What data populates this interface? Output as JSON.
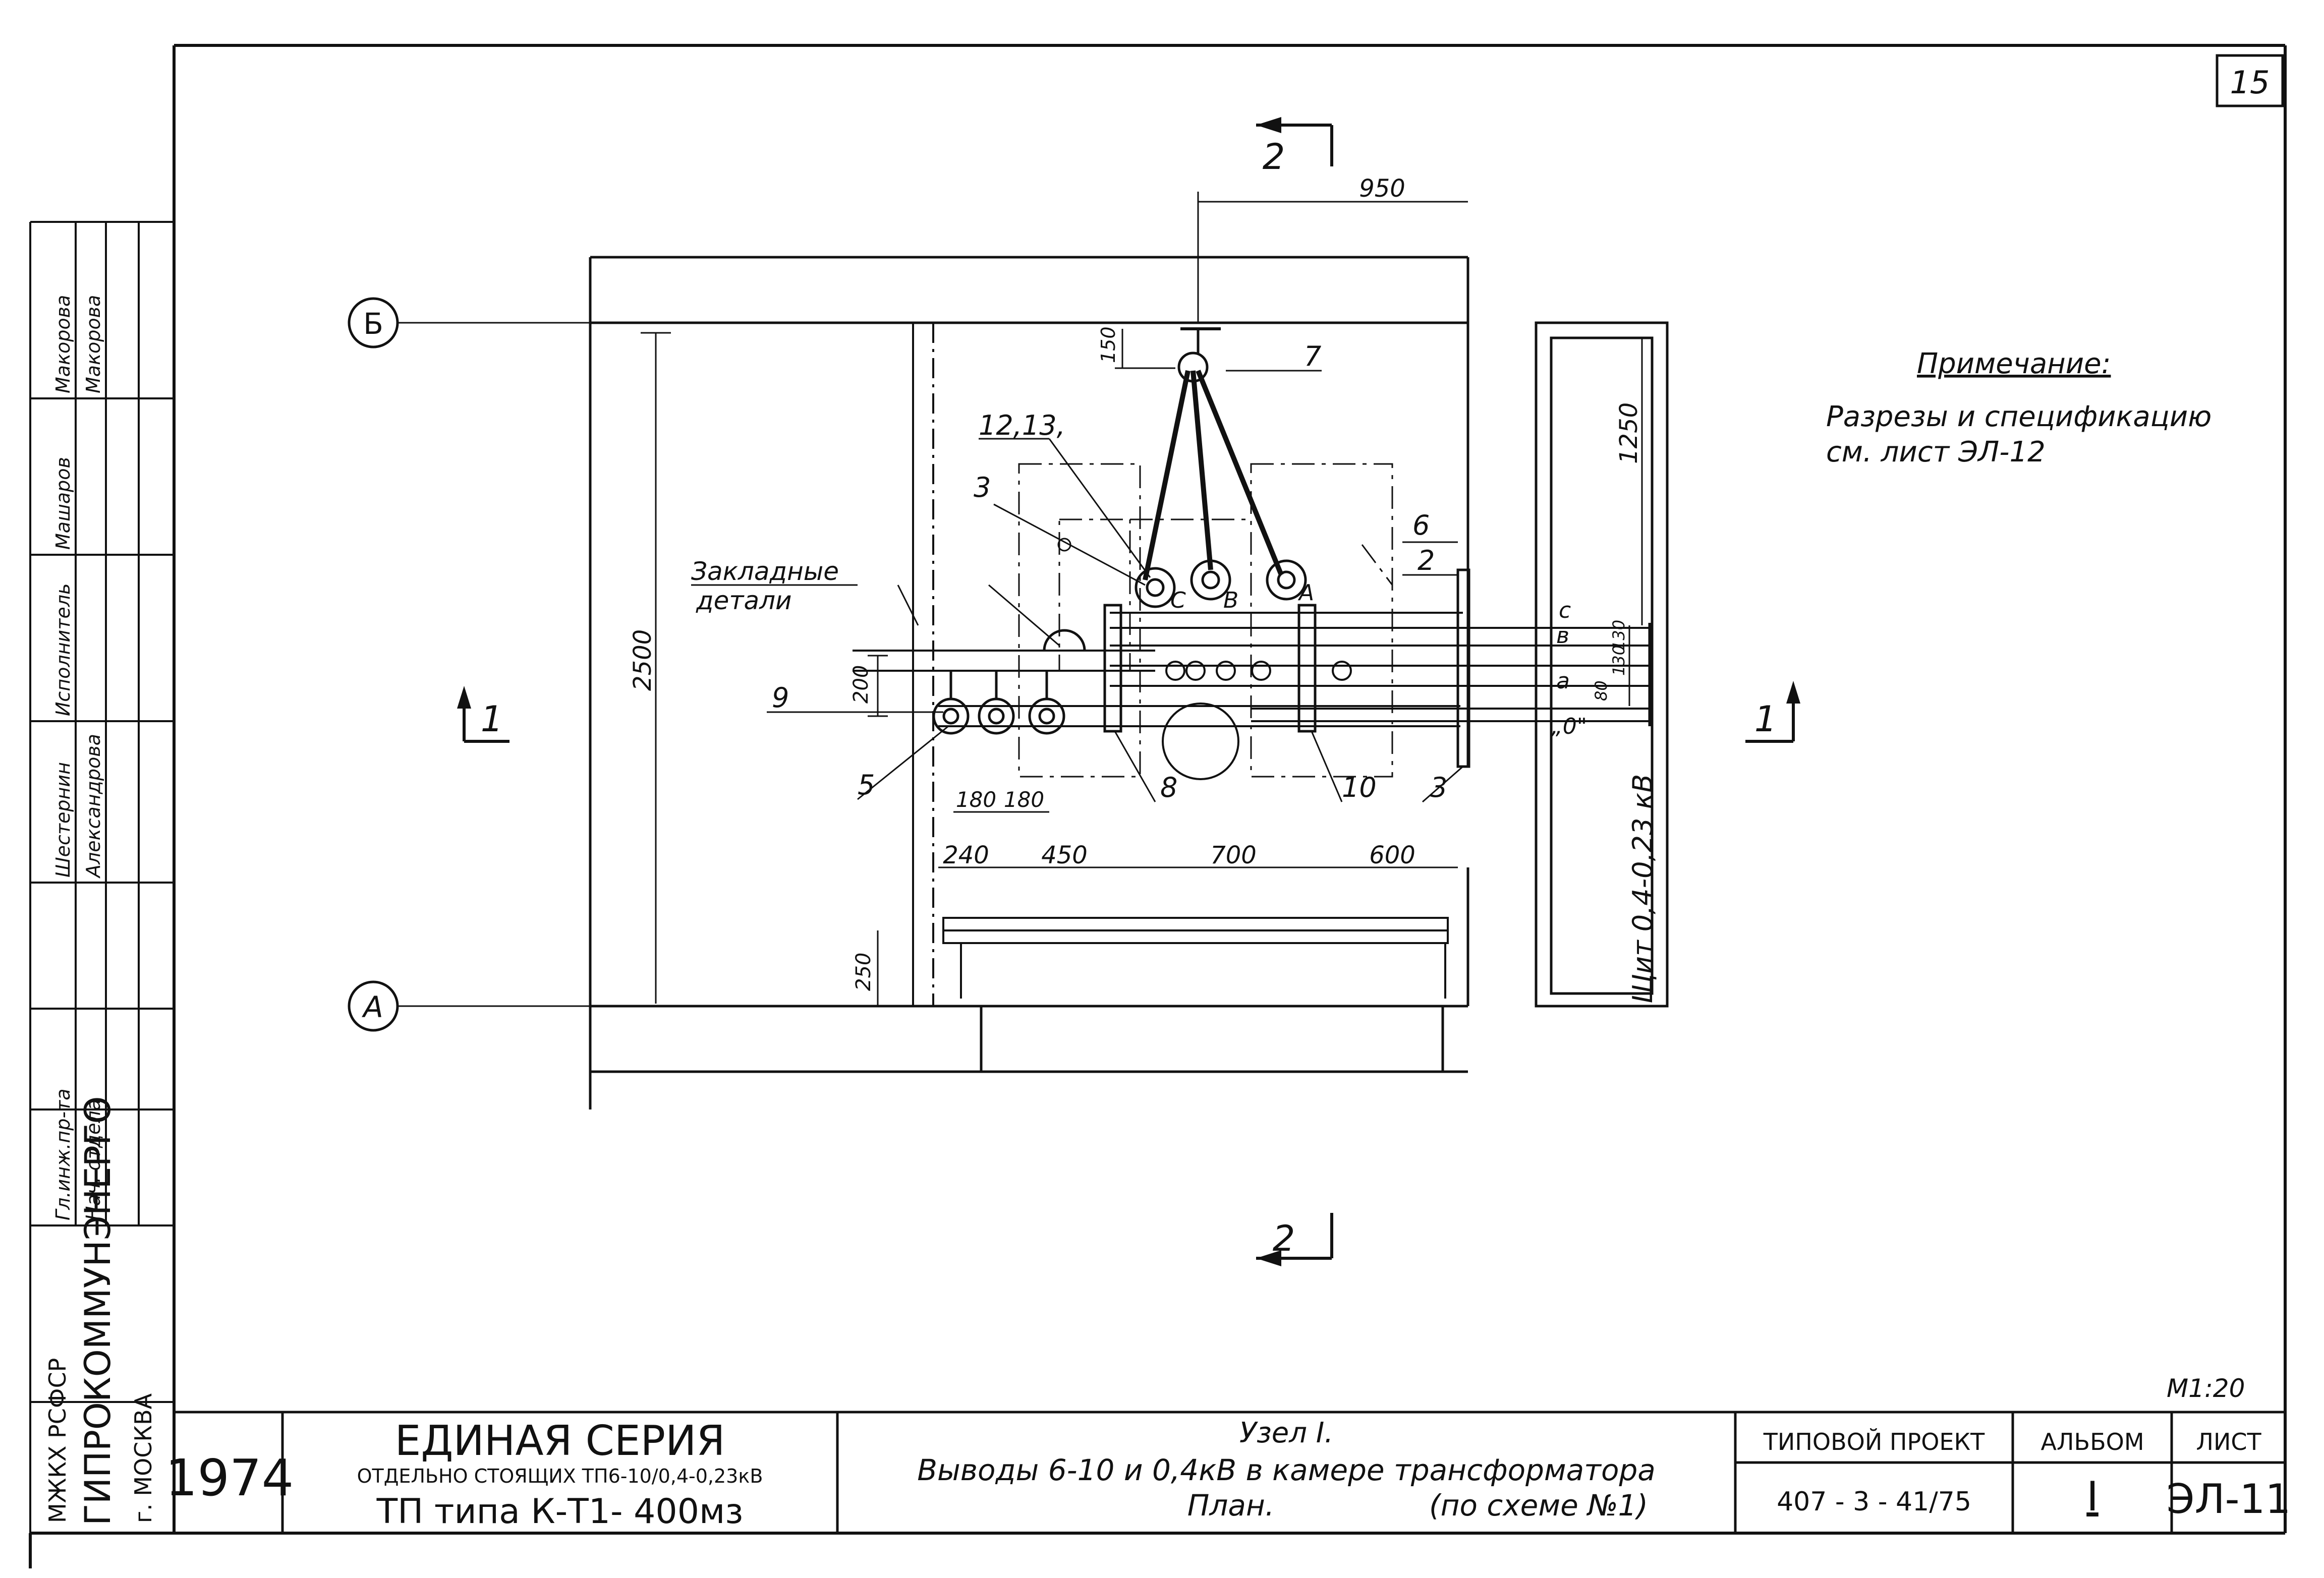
{
  "sheet_number": "15",
  "scale": "М1:20",
  "sections": {
    "top": "2",
    "bottom": "2",
    "left": "1",
    "right": "1"
  },
  "axes": {
    "b": "Б",
    "a": "А"
  },
  "dimensions": {
    "d950": "950",
    "d150": "150",
    "d1250": "1250",
    "d2500": "2500",
    "d200": "200",
    "d180a": "180",
    "d180b": "180",
    "d240": "240",
    "d450": "450",
    "d700": "700",
    "d600": "600",
    "d250": "250",
    "d80": "80",
    "d130a": "130",
    "d130b": "130"
  },
  "callouts": {
    "c7": "7",
    "c1213": "12,13,",
    "c3a": "3",
    "c6": "6",
    "c2": "2",
    "c9": "9",
    "c5": "5",
    "c8": "8",
    "c10": "10",
    "c3b": "3"
  },
  "phases": {
    "insul_c": "С",
    "insul_b": "В",
    "insul_a": "А",
    "bus_c": "с",
    "bus_b": "в",
    "bus_a": "а",
    "bus_0": "„0\""
  },
  "embedded_parts": [
    "Закладные",
    "детали"
  ],
  "panel_label": "Щит 0,4-0,23 кВ",
  "note": {
    "title": "Примечание:",
    "lines": [
      "Разрезы и спецификацию",
      "см.   лист  ЭЛ-12"
    ]
  },
  "left_strip": {
    "org_lines": [
      "МЖКХ РСФСР",
      "ГИПРОКОММУНЭНЕРГО",
      "г. МОСКВА"
    ],
    "roles": [
      "Гл.инж.пр-та",
      "Нач. отдела",
      "Шестернин",
      "Александрова",
      "Исполнитель",
      "Макорова"
    ],
    "signatures": [
      "Макорова",
      "Машаров"
    ]
  },
  "title_block": {
    "year": "1974",
    "series_title": "ЕДИНАЯ  СЕРИЯ",
    "series_sub": "ОТДЕЛЬНО СТОЯЩИХ ТП6-10/0,4-0,23кВ",
    "tp_type": "ТП типа К-Т1- 400мз",
    "node": "Узел I.",
    "desc1": "Выводы 6-10 и 0,4кВ  в камере трансформатора",
    "desc2": "План.",
    "desc3": "(по схеме №1)",
    "typical_project_label": "ТИПОВОЙ ПРОЕКТ",
    "typical_project_value": "407 - 3 - 41/75",
    "album_label": "АЛЬБОМ",
    "album_value": "I",
    "sheet_label": "ЛИСТ",
    "sheet_value": "ЭЛ-11"
  }
}
